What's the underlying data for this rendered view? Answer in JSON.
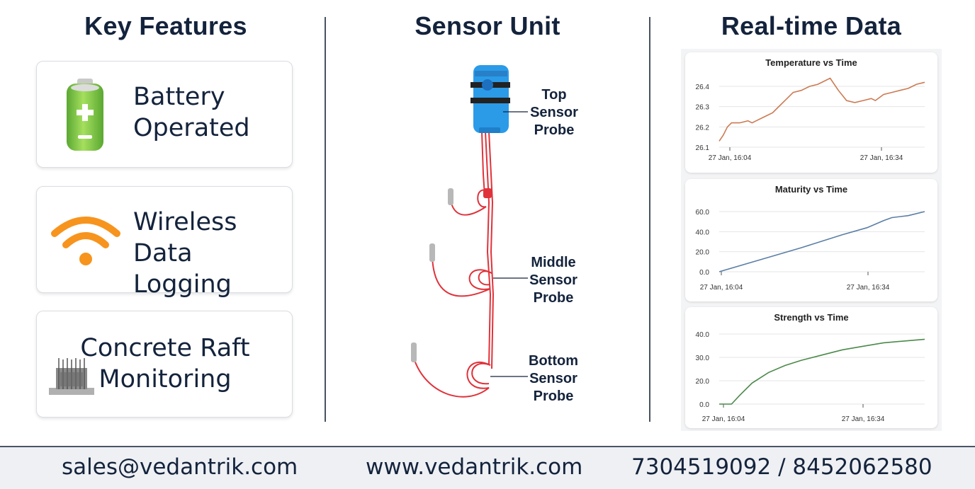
{
  "columns": {
    "features_title": "Key Features",
    "sensor_title": "Sensor Unit",
    "data_title": "Real-time Data"
  },
  "features": [
    {
      "line1": "Battery",
      "line2": "Operated",
      "icon": "battery-icon",
      "color": "#7ac943"
    },
    {
      "line1": "Wireless",
      "line2": "Data Logging",
      "icon": "wifi-icon",
      "color": "#f7941d"
    },
    {
      "line1": "Concrete Raft",
      "line2": "Monitoring",
      "icon": "concrete-raft-icon",
      "color": "#8a8a8a"
    }
  ],
  "probes": {
    "top": [
      "Top",
      "Sensor",
      "Probe"
    ],
    "middle": [
      "Middle",
      "Sensor",
      "Probe"
    ],
    "bottom": [
      "Bottom",
      "Sensor",
      "Probe"
    ]
  },
  "sensor_colors": {
    "housing": "#2b9be8",
    "cable": "#e0323a",
    "probe": "#b8b8b8"
  },
  "chart_data": [
    {
      "type": "line",
      "title": "Temperature vs Time",
      "x_ticks": [
        "27 Jan, 16:04",
        "27 Jan, 16:34"
      ],
      "y_ticks": [
        "26.4",
        "26.3",
        "26.2",
        "26.1"
      ],
      "ylim": [
        26.1,
        26.4
      ],
      "x_range_minutes": [
        0,
        50
      ],
      "series": [
        {
          "color": "#cc7a52",
          "points": [
            [
              0,
              26.13
            ],
            [
              1,
              26.16
            ],
            [
              2,
              26.2
            ],
            [
              3,
              26.22
            ],
            [
              5,
              26.22
            ],
            [
              7,
              26.23
            ],
            [
              8,
              26.22
            ],
            [
              9,
              26.23
            ],
            [
              11,
              26.25
            ],
            [
              13,
              26.27
            ],
            [
              14,
              26.29
            ],
            [
              16,
              26.33
            ],
            [
              18,
              26.37
            ],
            [
              20,
              26.38
            ],
            [
              22,
              26.4
            ],
            [
              24,
              26.41
            ],
            [
              26,
              26.43
            ],
            [
              27,
              26.44
            ],
            [
              29,
              26.38
            ],
            [
              31,
              26.33
            ],
            [
              33,
              26.32
            ],
            [
              35,
              26.33
            ],
            [
              37,
              26.34
            ],
            [
              38,
              26.33
            ],
            [
              40,
              26.36
            ],
            [
              42,
              26.37
            ],
            [
              44,
              26.38
            ],
            [
              46,
              26.39
            ],
            [
              48,
              26.41
            ],
            [
              50,
              26.42
            ]
          ]
        }
      ],
      "grid": true
    },
    {
      "type": "line",
      "title": "Maturity vs Time",
      "x_ticks": [
        "27 Jan, 16:04",
        "27 Jan, 16:34"
      ],
      "y_ticks": [
        "60.0",
        "40.0",
        "20.0",
        "0.0"
      ],
      "ylim": [
        0,
        60
      ],
      "x_range_minutes": [
        0,
        50
      ],
      "series": [
        {
          "color": "#5a7ea6",
          "points": [
            [
              0,
              0
            ],
            [
              10,
              12
            ],
            [
              20,
              24
            ],
            [
              30,
              37
            ],
            [
              36,
              44
            ],
            [
              40,
              51
            ],
            [
              42,
              54
            ],
            [
              46,
              56
            ],
            [
              50,
              60
            ]
          ]
        }
      ],
      "grid": true
    },
    {
      "type": "line",
      "title": "Strength vs Time",
      "x_ticks": [
        "27 Jan, 16:04",
        "27 Jan, 16:34"
      ],
      "y_ticks": [
        "40.0",
        "30.0",
        "20.0",
        "0.0"
      ],
      "ylim": [
        0,
        40
      ],
      "x_range_minutes": [
        0,
        50
      ],
      "series": [
        {
          "color": "#4a8a4a",
          "points": [
            [
              0,
              0
            ],
            [
              3,
              0
            ],
            [
              5,
              5
            ],
            [
              8,
              12
            ],
            [
              12,
              18
            ],
            [
              16,
              22
            ],
            [
              20,
              25
            ],
            [
              25,
              28
            ],
            [
              30,
              31
            ],
            [
              35,
              33
            ],
            [
              40,
              35
            ],
            [
              45,
              36
            ],
            [
              50,
              37
            ]
          ]
        }
      ],
      "grid": true
    }
  ],
  "footer": {
    "email": "sales@vedantrik.com",
    "website": "www.vedantrik.com",
    "phone": "7304519092 / 8452062580"
  }
}
